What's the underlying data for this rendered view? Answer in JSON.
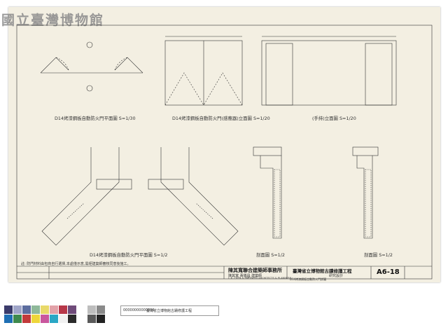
{
  "watermark": "國立臺灣博物館",
  "drawings": {
    "plan_top_title": "D14烤漆鋼板自動防火門平面圖",
    "plan_top_scale": "S=1/30",
    "elev_mid_title": "D14烤漆鋼板自動防火門(感應器)立面圖",
    "elev_mid_scale": "S=1/20",
    "elev_right_title": "(手持)立面圖",
    "elev_right_scale": "S=1/20",
    "plan_detail_title": "D14烤漆鋼板自動防火門平面圖",
    "plan_detail_scale": "S=1/2",
    "section_a_title": "剖面圖",
    "section_a_scale": "S=1/2",
    "section_b_title": "剖面圖",
    "section_b_scale": "S=1/2"
  },
  "title_block": {
    "architect": "陳其寬聯合建築師事務所",
    "architect_sub": "陳其寬 黃儀昌 建築師",
    "architect_en": "C.K. CHEN & PARTNERS ARCHITECTS & PLANNERS",
    "project": "臺灣省立博物館古蹟修護工程",
    "design": "研究設計",
    "drawing_name": "D14烤漆鋼板自動防火門詳圖",
    "sheet_no": "A6-18",
    "note": "註: 防門材料由包商自行選擇,本處僅示意,需經建築師審核同意後施工。"
  },
  "footer": {
    "barcode_id": "00000000000006",
    "caption": "臺灣省立博物館古蹟修護工程"
  }
}
